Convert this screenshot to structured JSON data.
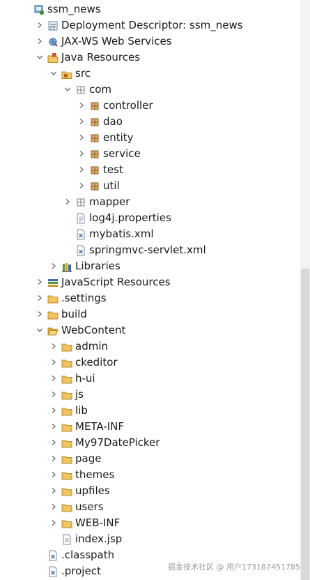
{
  "tree": [
    {
      "label": "ssm_news",
      "level": 0,
      "state": "none",
      "icon": "web-project-icon"
    },
    {
      "label": "Deployment Descriptor: ssm_news",
      "level": 1,
      "state": "collapsed",
      "icon": "deployment-descriptor-icon"
    },
    {
      "label": "JAX-WS Web Services",
      "level": 1,
      "state": "collapsed",
      "icon": "web-services-icon"
    },
    {
      "label": "Java Resources",
      "level": 1,
      "state": "expanded",
      "icon": "java-resources-icon"
    },
    {
      "label": "src",
      "level": 2,
      "state": "expanded",
      "icon": "source-folder-icon"
    },
    {
      "label": "com",
      "level": 3,
      "state": "expanded",
      "icon": "empty-package-icon"
    },
    {
      "label": "controller",
      "level": 4,
      "state": "collapsed",
      "icon": "package-icon"
    },
    {
      "label": "dao",
      "level": 4,
      "state": "collapsed",
      "icon": "package-icon"
    },
    {
      "label": "entity",
      "level": 4,
      "state": "collapsed",
      "icon": "package-icon"
    },
    {
      "label": "service",
      "level": 4,
      "state": "collapsed",
      "icon": "package-icon"
    },
    {
      "label": "test",
      "level": 4,
      "state": "collapsed",
      "icon": "package-icon"
    },
    {
      "label": "util",
      "level": 4,
      "state": "collapsed",
      "icon": "package-icon"
    },
    {
      "label": "mapper",
      "level": 3,
      "state": "collapsed",
      "icon": "empty-package-icon"
    },
    {
      "label": "log4j.properties",
      "level": 3,
      "state": "none",
      "icon": "text-file-icon"
    },
    {
      "label": "mybatis.xml",
      "level": 3,
      "state": "none",
      "icon": "xml-file-icon"
    },
    {
      "label": "springmvc-servlet.xml",
      "level": 3,
      "state": "none",
      "icon": "xml-file-icon"
    },
    {
      "label": "Libraries",
      "level": 2,
      "state": "collapsed",
      "icon": "libraries-icon"
    },
    {
      "label": "JavaScript Resources",
      "level": 1,
      "state": "collapsed",
      "icon": "javascript-resources-icon"
    },
    {
      "label": ".settings",
      "level": 1,
      "state": "collapsed",
      "icon": "folder-icon"
    },
    {
      "label": "build",
      "level": 1,
      "state": "collapsed",
      "icon": "folder-icon"
    },
    {
      "label": "WebContent",
      "level": 1,
      "state": "expanded",
      "icon": "folder-open-icon"
    },
    {
      "label": "admin",
      "level": 2,
      "state": "collapsed",
      "icon": "folder-icon"
    },
    {
      "label": "ckeditor",
      "level": 2,
      "state": "collapsed",
      "icon": "folder-icon"
    },
    {
      "label": "h-ui",
      "level": 2,
      "state": "collapsed",
      "icon": "folder-icon"
    },
    {
      "label": "js",
      "level": 2,
      "state": "collapsed",
      "icon": "folder-icon"
    },
    {
      "label": "lib",
      "level": 2,
      "state": "collapsed",
      "icon": "folder-icon"
    },
    {
      "label": "META-INF",
      "level": 2,
      "state": "collapsed",
      "icon": "folder-icon"
    },
    {
      "label": "My97DatePicker",
      "level": 2,
      "state": "collapsed",
      "icon": "folder-icon"
    },
    {
      "label": "page",
      "level": 2,
      "state": "collapsed",
      "icon": "folder-icon"
    },
    {
      "label": "themes",
      "level": 2,
      "state": "collapsed",
      "icon": "folder-icon"
    },
    {
      "label": "upfiles",
      "level": 2,
      "state": "collapsed",
      "icon": "folder-icon"
    },
    {
      "label": "users",
      "level": 2,
      "state": "collapsed",
      "icon": "folder-icon"
    },
    {
      "label": "WEB-INF",
      "level": 2,
      "state": "collapsed",
      "icon": "folder-icon"
    },
    {
      "label": "index.jsp",
      "level": 2,
      "state": "none",
      "icon": "jsp-file-icon"
    },
    {
      "label": ".classpath",
      "level": 1,
      "state": "none",
      "icon": "xml-file-icon"
    },
    {
      "label": ".project",
      "level": 1,
      "state": "none",
      "icon": "xml-file-icon"
    }
  ],
  "watermark": "掘金技术社区 @ 用户173187451785",
  "colors": {
    "folder": "#e6b34a",
    "package": "#b5651d",
    "chevron": "#6f6f6f"
  }
}
